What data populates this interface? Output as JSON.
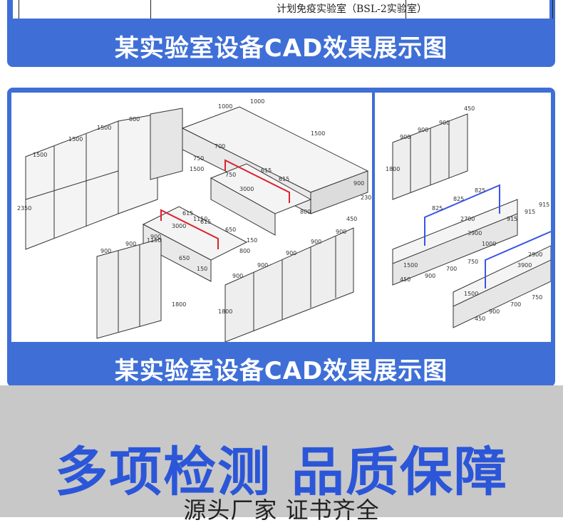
{
  "top_table": {
    "cell_text": "计划免疫实验室（BSL-2实验室）"
  },
  "captions": {
    "top": "某实验室设备CAD效果展示图",
    "middle": "某实验室设备CAD效果展示图"
  },
  "drawing_left": {
    "dims": [
      "1500",
      "1500",
      "1500",
      "800",
      "1000",
      "1000",
      "1500",
      "750",
      "700",
      "1500",
      "750",
      "900",
      "230",
      "2350",
      "3000",
      "800",
      "615",
      "615",
      "1150",
      "650",
      "150",
      "3000",
      "615",
      "615",
      "1150",
      "650",
      "150",
      "800",
      "900",
      "900",
      "900",
      "450",
      "1800",
      "900",
      "900",
      "900",
      "900",
      "900",
      "1800"
    ]
  },
  "drawing_right": {
    "dims": [
      "450",
      "900",
      "900",
      "900",
      "1800",
      "825",
      "825",
      "825",
      "2700",
      "3900",
      "1000",
      "1500",
      "900",
      "700",
      "750",
      "450",
      "915",
      "915",
      "915",
      "2900",
      "3900",
      "1500",
      "900",
      "700",
      "750",
      "450"
    ]
  },
  "bottom": {
    "headline": "多项检测 品质保障",
    "subline": "源头厂家 证书齐全"
  },
  "colors": {
    "panel_blue": "#3f6fd6",
    "headline_blue": "#2b56d8",
    "bottom_gray": "#c8c8c8"
  }
}
